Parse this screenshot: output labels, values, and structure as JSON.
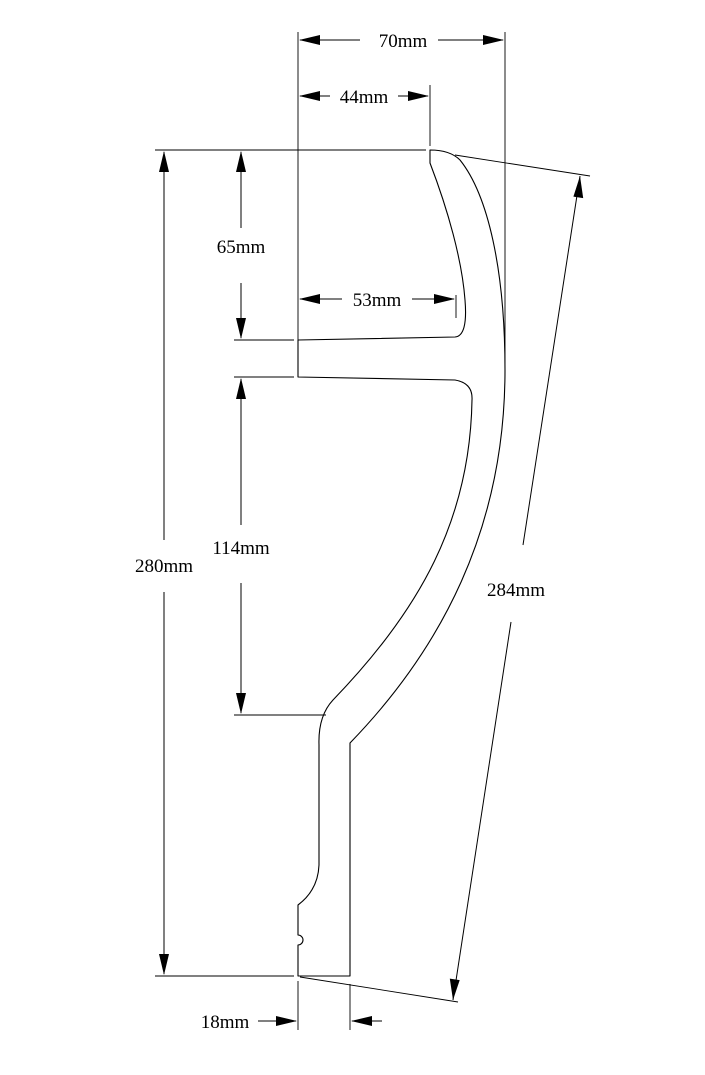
{
  "dimensions": {
    "total_width": "70mm",
    "top_offset": "44mm",
    "top_section_height": "65mm",
    "ledge_width": "53mm",
    "middle_section_height": "114mm",
    "total_height": "280mm",
    "diagonal_length": "284mm",
    "base_width": "18mm"
  }
}
